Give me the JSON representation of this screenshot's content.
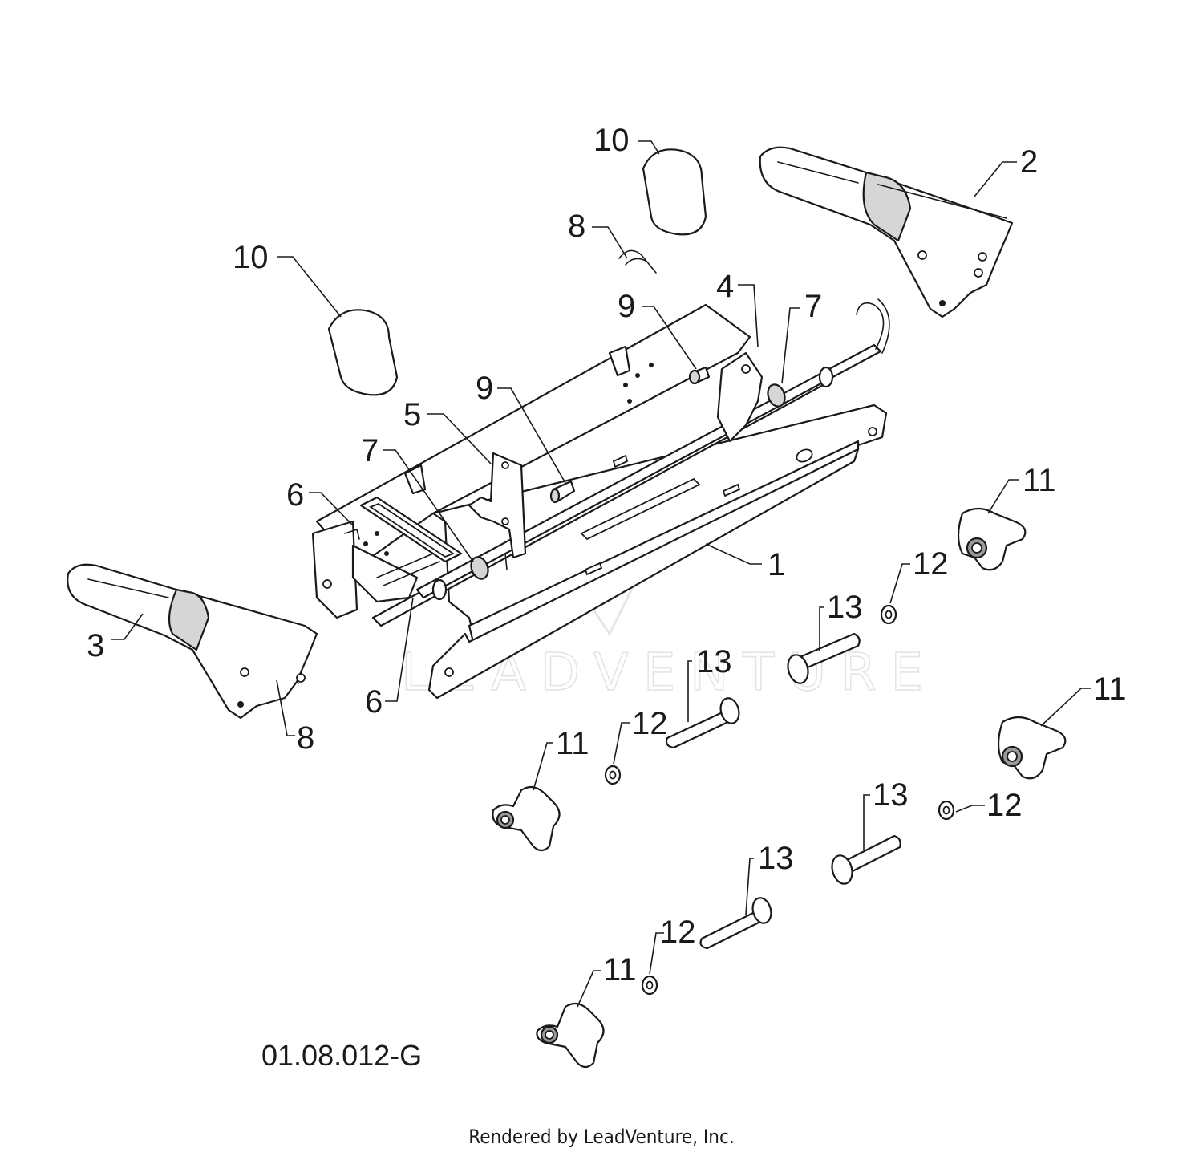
{
  "diagram": {
    "callouts": [
      {
        "id": "c10a",
        "label": "10"
      },
      {
        "id": "c10b",
        "label": "10"
      },
      {
        "id": "c2",
        "label": "2"
      },
      {
        "id": "c8a",
        "label": "8"
      },
      {
        "id": "c4",
        "label": "4"
      },
      {
        "id": "c7a",
        "label": "7"
      },
      {
        "id": "c9a",
        "label": "9"
      },
      {
        "id": "c9b",
        "label": "9"
      },
      {
        "id": "c5",
        "label": "5"
      },
      {
        "id": "c7b",
        "label": "7"
      },
      {
        "id": "c6a",
        "label": "6"
      },
      {
        "id": "c1",
        "label": "1"
      },
      {
        "id": "c11a",
        "label": "11"
      },
      {
        "id": "c12a",
        "label": "12"
      },
      {
        "id": "c13a",
        "label": "13"
      },
      {
        "id": "c3",
        "label": "3"
      },
      {
        "id": "c8b",
        "label": "8"
      },
      {
        "id": "c6b",
        "label": "6"
      },
      {
        "id": "c13b",
        "label": "13"
      },
      {
        "id": "c12b",
        "label": "12"
      },
      {
        "id": "c11b",
        "label": "11"
      },
      {
        "id": "c11c",
        "label": "11"
      },
      {
        "id": "c13c",
        "label": "13"
      },
      {
        "id": "c12c",
        "label": "12"
      },
      {
        "id": "c13d",
        "label": "13"
      },
      {
        "id": "c12d",
        "label": "12"
      },
      {
        "id": "c11d",
        "label": "11"
      }
    ],
    "drawing_code": "01.08.012-G",
    "credit": "Rendered by LeadVenture, Inc.",
    "watermark": "LEADVENTURE"
  }
}
